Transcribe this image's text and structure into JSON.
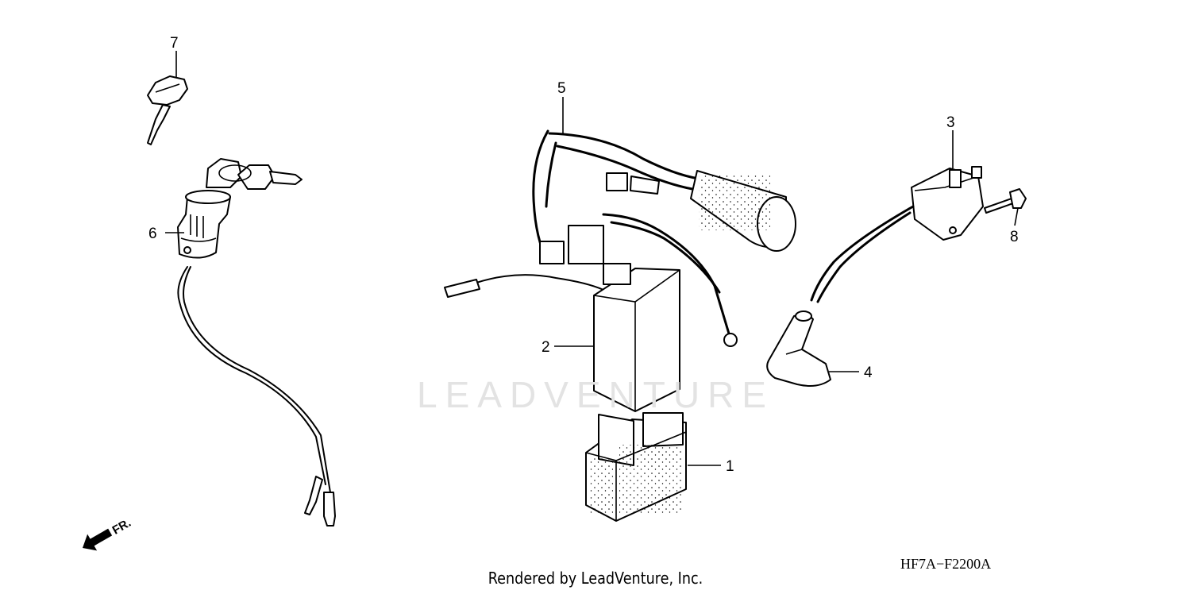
{
  "diagram": {
    "callouts": [
      {
        "id": "c1",
        "number": "1"
      },
      {
        "id": "c2",
        "number": "2"
      },
      {
        "id": "c3",
        "number": "3"
      },
      {
        "id": "c4",
        "number": "4"
      },
      {
        "id": "c5",
        "number": "5"
      },
      {
        "id": "c6",
        "number": "6"
      },
      {
        "id": "c7",
        "number": "7"
      },
      {
        "id": "c8",
        "number": "8"
      }
    ],
    "direction_label": "FR.",
    "watermark": "LEADVENTURE",
    "drawing_code": "HF7A−F2200A",
    "credit": "Rendered by LeadVenture, Inc."
  }
}
